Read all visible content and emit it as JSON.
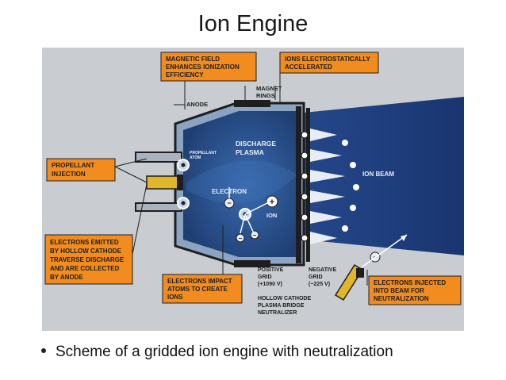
{
  "title": "Ion Engine",
  "caption": "Scheme of a gridded ion engine with neutralization",
  "colors": {
    "background": "#c9ccd0",
    "plasma": "#2a4f86",
    "ion_beam": "#1c3f7a",
    "label_box": "#f28c1f",
    "electrode": "#1e1e1e"
  },
  "labels": {
    "magnetic_field": [
      "MAGNETIC FIELD",
      "ENHANCES IONIZATION",
      "EFFICIENCY"
    ],
    "ions_accelerated": [
      "IONS ELECTROSTATICALLY",
      "ACCELERATED"
    ],
    "magnet_rings": [
      "MAGNET",
      "RINGS"
    ],
    "anode": "ANODE",
    "propellant_atom": [
      "PROPELLANT",
      "ATOM"
    ],
    "discharge_plasma": [
      "DISCHARGE",
      "PLASMA"
    ],
    "ion_beam": "ION BEAM",
    "propellant_injection": [
      "PROPELLANT",
      "INJECTION"
    ],
    "electron": "ELECTRON",
    "ion": "ION",
    "electrons_emitted": [
      "ELECTRONS EMITTED",
      "BY HOLLOW CATHODE",
      "TRAVERSE DISCHARGE",
      "AND ARE COLLECTED",
      "BY ANODE"
    ],
    "electrons_impact": [
      "ELECTRONS IMPACT",
      "ATOMS TO CREATE",
      "IONS"
    ],
    "positive_grid": [
      "POSITIVE",
      "GRID",
      "(+1090 V)"
    ],
    "negative_grid": [
      "NEGATIVE",
      "GRID",
      "(−225 V)"
    ],
    "hollow_cathode": [
      "HOLLOW CATHODE",
      "PLASMA BRIDGE",
      "NEUTRALIZER"
    ],
    "electrons_injected": [
      "ELECTRONS INJECTED",
      "INTO BEAM FOR",
      "NEUTRALIZATION"
    ]
  }
}
